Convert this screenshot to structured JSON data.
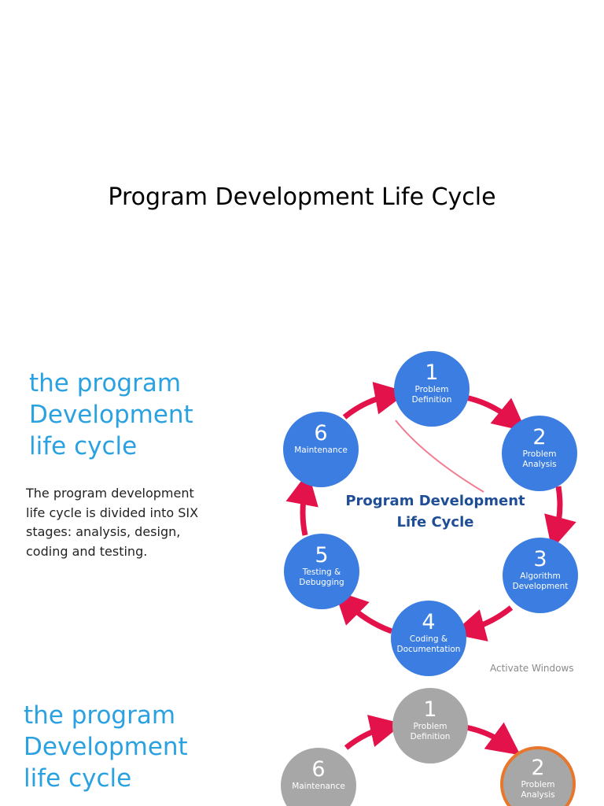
{
  "page": {
    "title": "Program Development Life Cycle"
  },
  "slide1": {
    "heading_lines": [
      "the program",
      "Development",
      "life cycle"
    ],
    "description_lines": [
      "The program development",
      "life cycle is divided into SIX",
      "stages: analysis, design,",
      "coding and testing."
    ],
    "diagram": {
      "center_title_lines": [
        "Program Development",
        "Life Cycle"
      ],
      "stages": [
        {
          "number": "1",
          "label": "Problem\nDefinition"
        },
        {
          "number": "2",
          "label": "Problem\nAnalysis"
        },
        {
          "number": "3",
          "label": "Algorithm\nDevelopment"
        },
        {
          "number": "4",
          "label": "Coding &\nDocumentation"
        },
        {
          "number": "5",
          "label": "Testing &\nDebugging"
        },
        {
          "number": "6",
          "label": "Maintenance"
        }
      ],
      "watermark": "Activate Windows"
    }
  },
  "slide2": {
    "heading_lines": [
      "the program",
      "Development",
      "life cycle"
    ],
    "stages": [
      {
        "number": "1",
        "label": "Problem\nDefinition"
      },
      {
        "number": "2",
        "label": "Problem\nAnalysis"
      },
      {
        "number": "6",
        "label": "Maintenance"
      }
    ]
  },
  "colors": {
    "heading": "#2aa1e0",
    "circle_blue": "#3b7de0",
    "circle_grey": "#a7a7a7",
    "arrow": "#e3124b",
    "center_title": "#1f4e96",
    "highlight_ring": "#e8772e"
  }
}
